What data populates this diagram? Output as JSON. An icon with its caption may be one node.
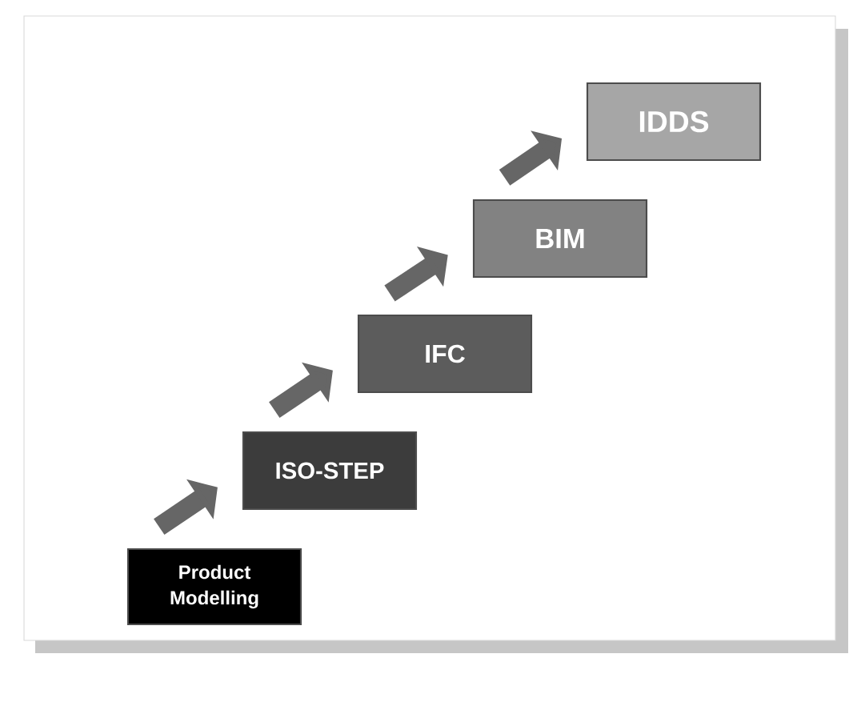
{
  "diagram": {
    "nodes": [
      {
        "text": [
          "Product Modelling"
        ]
      },
      {
        "text": [
          "ISO-STEP"
        ]
      },
      {
        "text": [
          "IFC"
        ]
      },
      {
        "text": [
          "BIM"
        ]
      },
      {
        "text": [
          "IDDS"
        ]
      }
    ],
    "edges": [
      {
        "from": 0,
        "to": 1,
        "arrow": "to"
      },
      {
        "from": 1,
        "to": 2,
        "arrow": "to"
      },
      {
        "from": 2,
        "to": 3,
        "arrow": "to"
      },
      {
        "from": 3,
        "to": 4,
        "arrow": "to"
      }
    ]
  }
}
